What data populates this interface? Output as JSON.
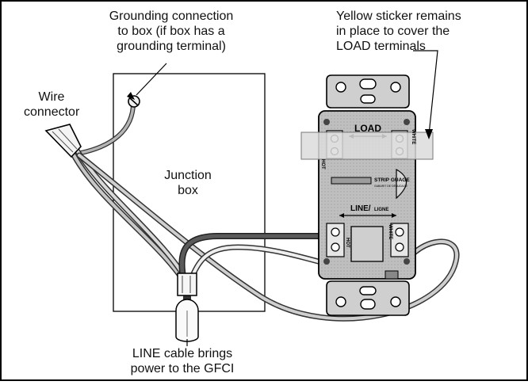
{
  "labels": {
    "grounding": [
      "Grounding connection",
      "to box (if box has a",
      "grounding terminal)"
    ],
    "sticker": [
      "Yellow sticker remains",
      "in place to cover the",
      "LOAD terminals"
    ],
    "wire_connector": [
      "Wire",
      "connector"
    ],
    "junction_box": [
      "Junction",
      "box"
    ],
    "line_cable": [
      "LINE cable brings",
      "power to the GFCI"
    ]
  },
  "device": {
    "load": "LOAD",
    "line": "LINE/",
    "ligne": "LIGNE",
    "strip_gauge": "STRIP GUAGE",
    "gabarit": "GABARIT DE DÉNUDAGE",
    "hot": "HOT",
    "white": "WHITE"
  }
}
